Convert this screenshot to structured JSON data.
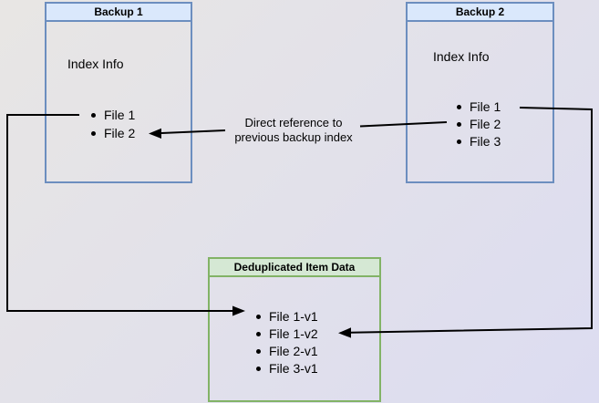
{
  "backup1": {
    "title": "Backup 1",
    "section": "Index Info",
    "files": [
      "File 1",
      "File 2"
    ]
  },
  "backup2": {
    "title": "Backup 2",
    "section": "Index Info",
    "files": [
      "File 1",
      "File 2",
      "File 3"
    ]
  },
  "dedup": {
    "title": "Deduplicated Item Data",
    "items": [
      "File 1-v1",
      "File 1-v2",
      "File 2-v1",
      "File 3-v1"
    ]
  },
  "annotation": {
    "label": "Direct reference to previous backup index"
  },
  "colors": {
    "backup_header_fill": "#dae8fc",
    "backup_border": "#6c8ebf",
    "dedup_header_fill": "#d5e8d4",
    "dedup_border": "#82b366",
    "connector": "#000000",
    "text": "#000000",
    "bg_from": "#e8e6e4",
    "bg_to": "#dcdcf1"
  }
}
